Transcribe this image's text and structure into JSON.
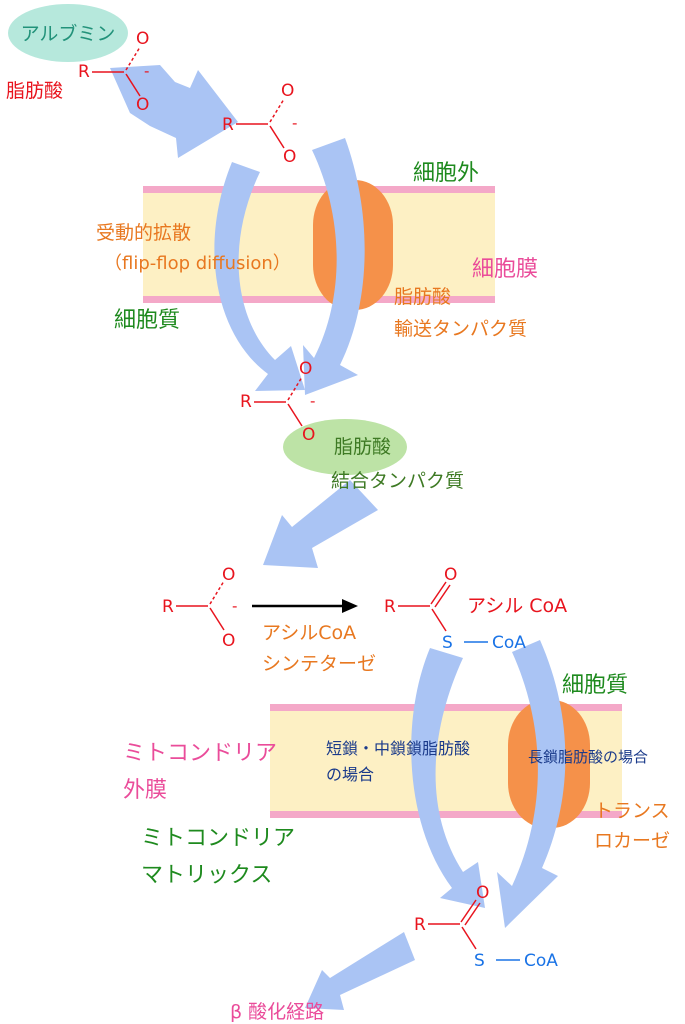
{
  "colors": {
    "membrane_fill": "#fdf0c4",
    "membrane_line": "#f4a8c8",
    "transporter": "#f5914a",
    "arrow": "#aac4f4",
    "green_ellipse": "#bde3a6",
    "teal_ellipse": "#b6e8dc",
    "red": "#e8141e",
    "blue": "#1a73e6",
    "green": "#1e8a1e",
    "pink": "#ea4c9a",
    "orange": "#e87820",
    "navy": "#1a3a8a",
    "teal": "#22927a",
    "olive": "#3e7a24"
  },
  "albumin": {
    "label": "アルブミン"
  },
  "fatty_acid_label": "脂肪酸",
  "chem": {
    "R": "R",
    "O": "O",
    "minus": "-",
    "S": "S",
    "CoA": "CoA"
  },
  "plasma_membrane": {
    "outside": "細胞外",
    "membrane": "細胞膜",
    "cytoplasm": "細胞質",
    "passive_line1": "受動的拡散",
    "passive_line2": "（flip-flop diffusion）",
    "transporter_line1": "脂肪酸",
    "transporter_line2": "輸送タンパク質"
  },
  "binding_protein": {
    "line1": "脂肪酸",
    "line2": "結合タンパク質"
  },
  "activation": {
    "enzyme_line1": "アシルCoA",
    "enzyme_line2": "シンテターゼ",
    "product": "アシル CoA"
  },
  "mitochondria": {
    "cytoplasm": "細胞質",
    "outer_line1": "ミトコンドリア",
    "outer_line2": "外膜",
    "matrix_line1": "ミトコンドリア",
    "matrix_line2": "マトリックス",
    "short_line1": "短鎖・中鎖鎖脂肪酸",
    "short_line2": "の場合",
    "long": "長鎖脂肪酸の場合",
    "translocase_line1": "トランス",
    "translocase_line2": "ロカーゼ"
  },
  "beta_oxidation": "β 酸化経路"
}
